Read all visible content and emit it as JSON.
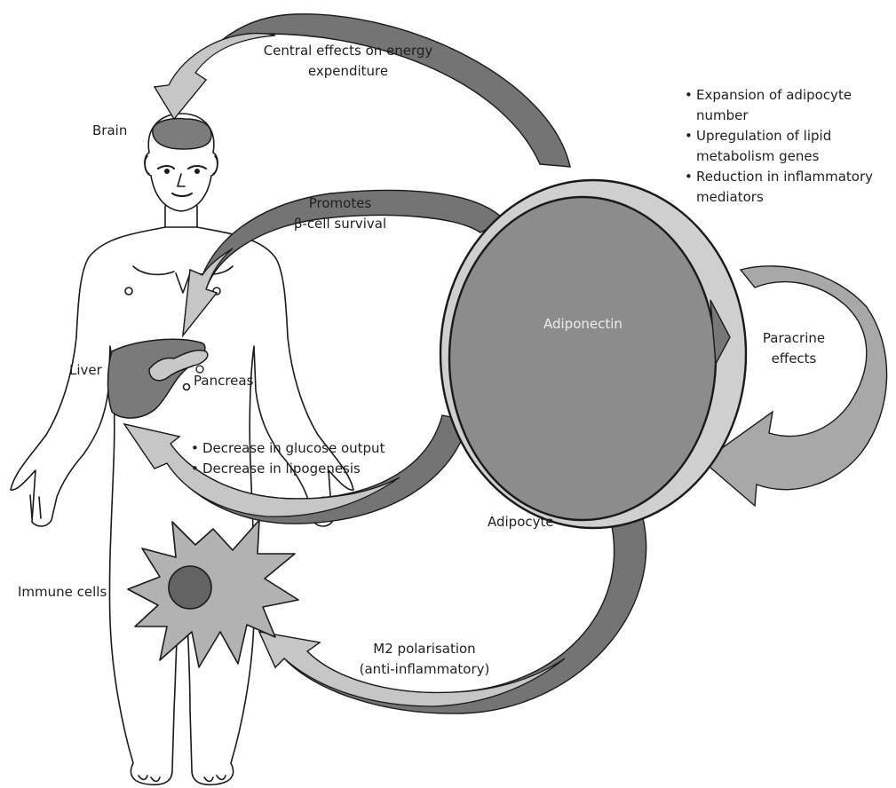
{
  "labels": {
    "brain": "Brain",
    "liver": "Liver",
    "pancreas": "Pancreas",
    "immune_cells": "Immune cells",
    "adipocyte": "Adipocyte",
    "adiponectin": "Adiponectin",
    "central_effects": [
      "Central effects on energy",
      "expenditure"
    ],
    "promotes": [
      "Promotes",
      "β-cell survival"
    ],
    "paracrine": [
      "Paracrine",
      "effects"
    ],
    "m2": [
      "M2 polarisation",
      "(anti-inflammatory)"
    ]
  },
  "liver_effects": [
    "Decrease in glucose output",
    "Decrease in lipogenesis"
  ],
  "adipocyte_effects": [
    [
      "Expansion of adipocyte",
      "number"
    ],
    [
      "Upregulation of lipid",
      "metabolism genes"
    ],
    [
      "Reduction in inflammatory",
      "mediators"
    ]
  ],
  "colors": {
    "arrow_dark": "#777777",
    "arrow_light": "#c4c4c4",
    "cell_body": "#8c8c8c",
    "cell_rim": "#cfcfcf",
    "outline": "#1a1a1a"
  }
}
